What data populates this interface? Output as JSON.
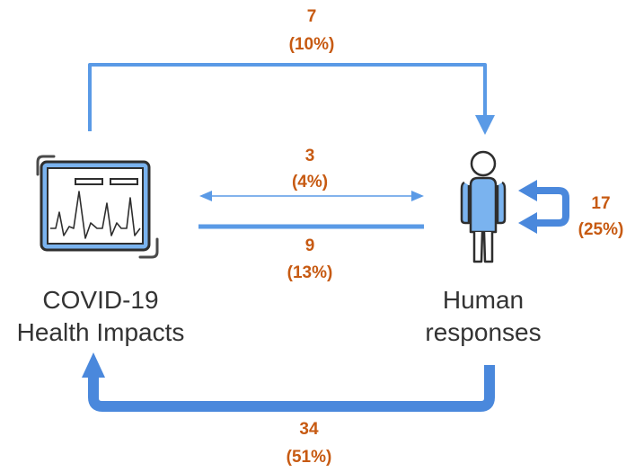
{
  "nodes": {
    "covid": {
      "line1": "COVID-19",
      "line2": "Health Impacts",
      "icon": "heart-monitor-icon"
    },
    "human": {
      "line1": "Human",
      "line2": "responses",
      "icon": "person-icon"
    }
  },
  "links": {
    "top": {
      "count": "7",
      "pct": "(10%)"
    },
    "middle_thin": {
      "count": "3",
      "pct": "(4%)"
    },
    "middle_thick": {
      "count": "9",
      "pct": "(13%)"
    },
    "self_loop": {
      "count": "17",
      "pct": "(25%)"
    },
    "bottom": {
      "count": "34",
      "pct": "(51%)"
    }
  },
  "colors": {
    "arrow": "#5a9ae6",
    "arrow_dark": "#4a88dc",
    "count_text": "#c75a12",
    "label_text": "#333333",
    "person_fill": "#7ab3ef",
    "monitor_fill": "#7ab3ef"
  }
}
